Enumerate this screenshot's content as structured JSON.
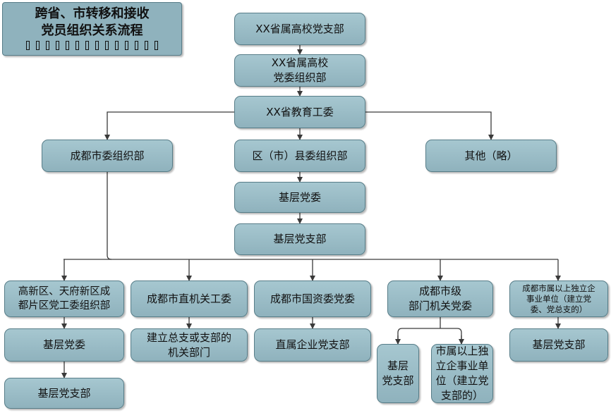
{
  "title": {
    "line1": "跨省、市转移和接收",
    "line2": "党员组织关系流程",
    "box_mark_count": 14
  },
  "nodes": {
    "school_branch": "XX省属高校党支部",
    "school_org": "XX省属高校\n党委组织部",
    "edu_committee": "XX省教育工委",
    "chengdu_org": "成都市委组织部",
    "county_org": "区（市）县委组织部",
    "other": "其他（略）",
    "grassroots_committee": "基层党委",
    "grassroots_branch": "基层党支部",
    "gaoxin": "高新区、天府新区成\n都片区党工委组织部",
    "direct_organs": "成都市直机关工委",
    "sasac": "成都市国资委党委",
    "municipal_depts": "成都市级\n部门机关党委",
    "independent_units": "成都市属以上独立企\n事业单位（建立党\n委、党总支的）",
    "gaoxin_committee": "基层党委",
    "gaoxin_branch": "基层党支部",
    "organ_depts": "建立总支或支部的\n机关部门",
    "sasac_branch": "直属企业党支部",
    "dept_branch": "基层\n党支部",
    "unit_with_branch": "市属以上独\n立企事业单\n位（建立党\n支部的）",
    "independent_branch": "基层党支部"
  },
  "colors": {
    "node_fill": "#8fb2bd",
    "node_border": "#577d88",
    "connector": "#3a3a3a"
  }
}
